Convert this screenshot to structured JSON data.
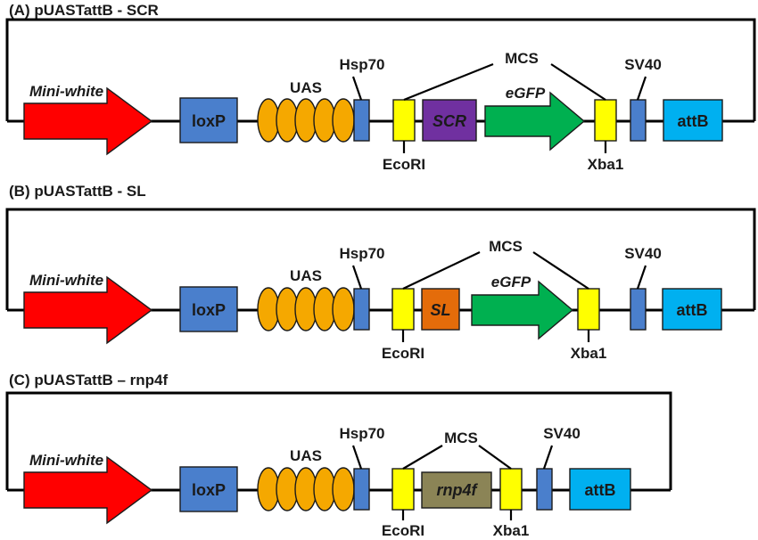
{
  "colors": {
    "arrow_mini_white": "#ff0000",
    "loxp": "#4a7fcc",
    "uas": "#f5a800",
    "hsp70_sv40": "#4a7fcc",
    "restriction_site": "#ffff00",
    "scr": "#7030a0",
    "sl": "#e46c0a",
    "egfp": "#00b050",
    "rnp4f": "#8b8456",
    "attb": "#00b0f0"
  },
  "panels": [
    {
      "title": "(A) pUASTattB - SCR",
      "mini_white": "Mini-white",
      "loxp": "loxP",
      "uas": "UAS",
      "hsp70": "Hsp70",
      "mcs": "MCS",
      "ecori": "EcoRI",
      "insert": "SCR",
      "egfp": "eGFP",
      "xba1": "Xba1",
      "sv40": "SV40",
      "attb": "attB"
    },
    {
      "title": "(B) pUASTattB - SL",
      "mini_white": "Mini-white",
      "loxp": "loxP",
      "uas": "UAS",
      "hsp70": "Hsp70",
      "mcs": "MCS",
      "ecori": "EcoRI",
      "insert": "SL",
      "egfp": "eGFP",
      "xba1": "Xba1",
      "sv40": "SV40",
      "attb": "attB"
    },
    {
      "title": "(C) pUASTattB – rnp4f",
      "mini_white": "Mini-white",
      "loxp": "loxP",
      "uas": "UAS",
      "hsp70": "Hsp70",
      "mcs": "MCS",
      "ecori": "EcoRI",
      "insert": "rnp4f",
      "xba1": "Xba1",
      "sv40": "SV40",
      "attb": "attB"
    }
  ]
}
